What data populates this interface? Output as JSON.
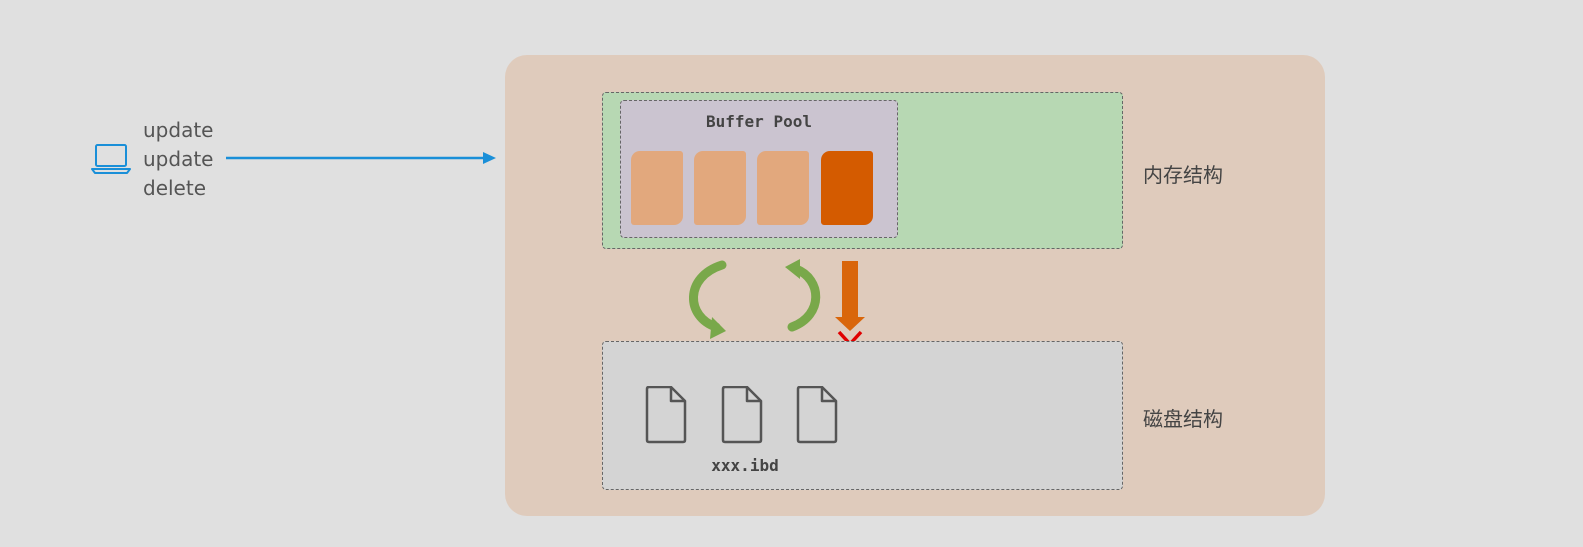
{
  "client": {
    "icon": "laptop-icon",
    "statements": [
      "update",
      "update",
      "delete"
    ]
  },
  "memory": {
    "label": "内存结构",
    "buffer_pool": {
      "title": "Buffer Pool",
      "pages": [
        {
          "state": "clean"
        },
        {
          "state": "clean"
        },
        {
          "state": "clean"
        },
        {
          "state": "dirty"
        }
      ]
    }
  },
  "disk": {
    "label": "磁盘结构",
    "file_icons": [
      "file-icon",
      "file-icon",
      "file-icon"
    ],
    "file_label": "xxx.ibd"
  },
  "colors": {
    "background": "#e0e0e0",
    "panel": "#dfcbbc",
    "memory_area": "#b7d8b3",
    "buffer_pool": "#cbc4d0",
    "disk_area": "#d4d4d4",
    "clean_page": "#e2a87d",
    "dirty_page": "#d45b00",
    "request_arrow": "#1a8fd8",
    "sync_arrows": "#79a84a",
    "flush_arrow": "#d9660b",
    "fail_mark": "#e00000"
  }
}
